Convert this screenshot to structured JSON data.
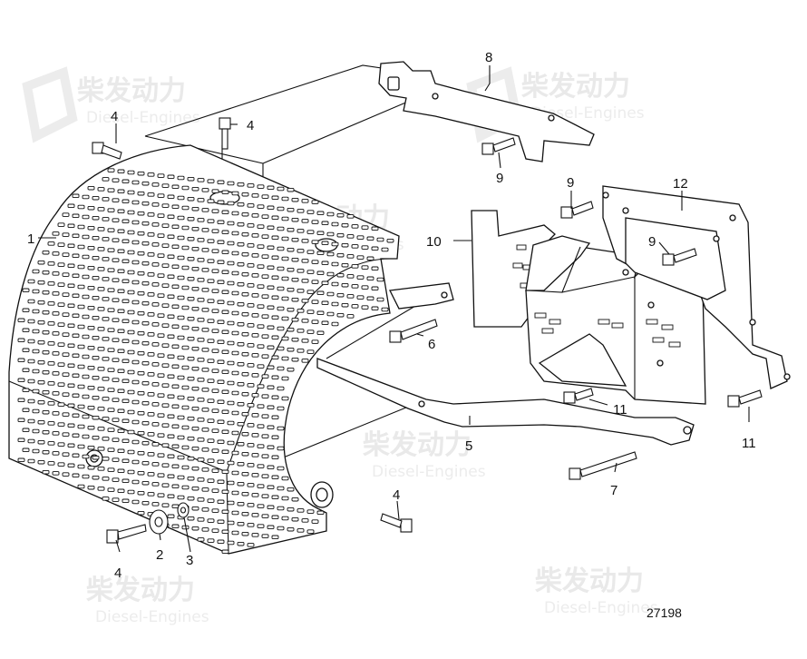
{
  "watermark": {
    "cn": "柴发动力",
    "en": "Diesel-Engines"
  },
  "callouts": {
    "c1": "1",
    "c2": "2",
    "c3": "3",
    "c4a": "4",
    "c4b": "4",
    "c4c": "4",
    "c4d": "4",
    "c5": "5",
    "c6": "6",
    "c7": "7",
    "c8": "8",
    "c9a": "9",
    "c9b": "9",
    "c9c": "9",
    "c10": "10",
    "c11a": "11",
    "c11b": "11",
    "c12": "12"
  },
  "figure_number": "27198"
}
